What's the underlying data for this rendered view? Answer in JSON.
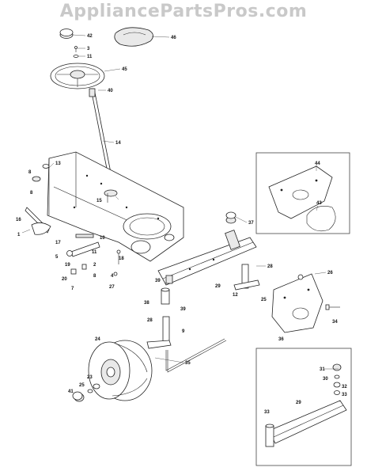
{
  "watermark": "AppliancePartsPros.com",
  "callouts": [
    {
      "id": "c42",
      "text": "42"
    },
    {
      "id": "c46",
      "text": "46"
    },
    {
      "id": "c3",
      "text": "3"
    },
    {
      "id": "c11a",
      "text": "11"
    },
    {
      "id": "c45",
      "text": "45"
    },
    {
      "id": "c40",
      "text": "40"
    },
    {
      "id": "c14",
      "text": "14"
    },
    {
      "id": "c8a",
      "text": "8"
    },
    {
      "id": "c13",
      "text": "13"
    },
    {
      "id": "c8b",
      "text": "8"
    },
    {
      "id": "c15",
      "text": "15"
    },
    {
      "id": "c37",
      "text": "37"
    },
    {
      "id": "c16",
      "text": "16"
    },
    {
      "id": "c1",
      "text": "1"
    },
    {
      "id": "c17",
      "text": "17"
    },
    {
      "id": "c10",
      "text": "10"
    },
    {
      "id": "c5",
      "text": "5"
    },
    {
      "id": "c11b",
      "text": "11"
    },
    {
      "id": "c19",
      "text": "19"
    },
    {
      "id": "c18",
      "text": "18"
    },
    {
      "id": "c2",
      "text": "2"
    },
    {
      "id": "c20",
      "text": "20"
    },
    {
      "id": "c8c",
      "text": "8"
    },
    {
      "id": "c7",
      "text": "7"
    },
    {
      "id": "c4",
      "text": "4"
    },
    {
      "id": "c27",
      "text": "27"
    },
    {
      "id": "c39a",
      "text": "39"
    },
    {
      "id": "c29a",
      "text": "29"
    },
    {
      "id": "c28a",
      "text": "28"
    },
    {
      "id": "c12",
      "text": "12"
    },
    {
      "id": "c26",
      "text": "26"
    },
    {
      "id": "c38",
      "text": "38"
    },
    {
      "id": "c39b",
      "text": "39"
    },
    {
      "id": "c25a",
      "text": "25"
    },
    {
      "id": "c34",
      "text": "34"
    },
    {
      "id": "c28b",
      "text": "28"
    },
    {
      "id": "c9",
      "text": "9"
    },
    {
      "id": "c24",
      "text": "24"
    },
    {
      "id": "c36",
      "text": "36"
    },
    {
      "id": "c35",
      "text": "35"
    },
    {
      "id": "c23",
      "text": "23"
    },
    {
      "id": "c25b",
      "text": "25"
    },
    {
      "id": "c41",
      "text": "41"
    },
    {
      "id": "c44",
      "text": "44"
    },
    {
      "id": "c43",
      "text": "43"
    },
    {
      "id": "c31",
      "text": "31"
    },
    {
      "id": "c30",
      "text": "30"
    },
    {
      "id": "c32",
      "text": "32"
    },
    {
      "id": "c33a",
      "text": "33"
    },
    {
      "id": "c33b",
      "text": "33"
    },
    {
      "id": "c29b",
      "text": "29"
    }
  ]
}
